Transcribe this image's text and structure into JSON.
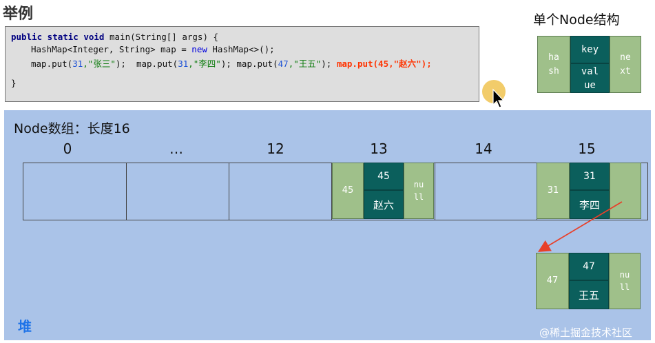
{
  "title": "举例",
  "code": {
    "line1": {
      "kw": "public static void",
      "rest": " main(String[] args) {"
    },
    "line2": {
      "pre": "HashMap<Integer, String> map = ",
      "new": "new",
      "post": " HashMap<>();"
    },
    "line3": {
      "p1": "map.put(",
      "n1": "31",
      "s1": ",\"张三\"",
      "e1": ");  ",
      "p2": "map.put(",
      "n2": "31",
      "s2": ",\"李四\"",
      "e2": "); ",
      "p3": "map.put(",
      "n3": "47",
      "s3": ",\"王五\"",
      "e3": "); ",
      "hl": "map.put(45,\"赵六\");"
    },
    "line4": "}"
  },
  "node_struct": {
    "title": "单个Node结构",
    "hash": "ha\nsh",
    "key": "key",
    "value": "val\nue",
    "next": "ne\nxt"
  },
  "array": {
    "title": "Node数组：长度16",
    "indices": [
      "0",
      "…",
      "12",
      "13",
      "14",
      "15"
    ]
  },
  "nodes": {
    "n13": {
      "hash": "45",
      "key": "45",
      "value": "赵六",
      "next": "nu\nll"
    },
    "n15": {
      "hash": "31",
      "key": "31",
      "value": "李四",
      "next": ""
    },
    "n47": {
      "hash": "47",
      "key": "47",
      "value": "王五",
      "next": "nu\nll"
    }
  },
  "colors": {
    "node_green": "#9fc08a",
    "node_teal": "#0b5f5c",
    "heap_bg": "#aac3e8",
    "arrow": "#e8402a",
    "highlight": "#ff3300"
  },
  "heap_label": "堆",
  "watermark": "@稀土掘金技术社区"
}
